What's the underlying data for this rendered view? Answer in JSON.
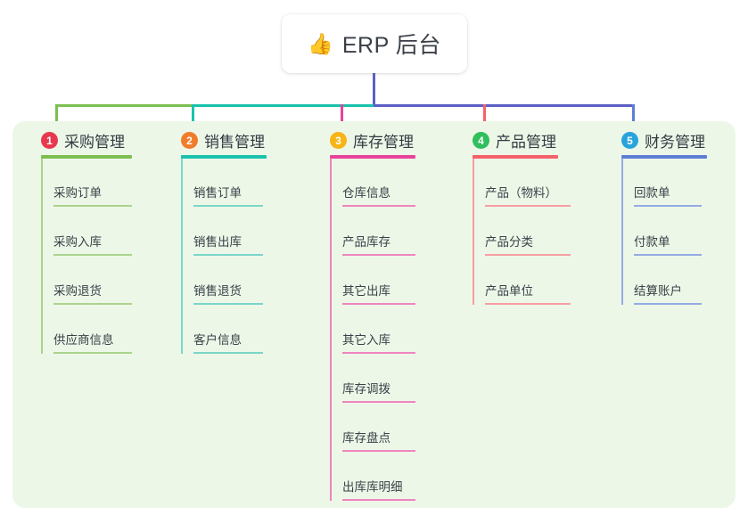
{
  "diagram": {
    "type": "organization-tree",
    "root": {
      "icon": "thumbs-up-emoji",
      "emoji": "👍",
      "label": "ERP 后台"
    },
    "panel_color": "#edf7e8",
    "columns": [
      {
        "number": "1",
        "title": "采购管理",
        "badge_color": "#e8384f",
        "line_color": "#7cbf4f",
        "line_color_light": "#aad48c",
        "items": [
          "采购订单",
          "采购入库",
          "采购退货",
          "供应商信息"
        ]
      },
      {
        "number": "2",
        "title": "销售管理",
        "badge_color": "#f07d2b",
        "line_color": "#19c2ad",
        "line_color_light": "#7ad6c9",
        "items": [
          "销售订单",
          "销售出库",
          "销售退货",
          "客户信息"
        ]
      },
      {
        "number": "3",
        "title": "库存管理",
        "badge_color": "#f7b416",
        "line_color": "#e8439b",
        "line_color_light": "#ef85bd",
        "items": [
          "仓库信息",
          "产品库存",
          "其它出库",
          "其它入库",
          "库存调拨",
          "库存盘点",
          "出库库明细"
        ]
      },
      {
        "number": "4",
        "title": "产品管理",
        "badge_color": "#2fbf5c",
        "line_color": "#f4616a",
        "line_color_light": "#f79ea3",
        "items": [
          "产品（物料）",
          "产品分类",
          "产品单位"
        ]
      },
      {
        "number": "5",
        "title": "财务管理",
        "badge_color": "#29a3dc",
        "line_color": "#5c7fd6",
        "line_color_light": "#94abe3",
        "items": [
          "回款单",
          "付款单",
          "结算账户"
        ]
      }
    ],
    "connector": {
      "trunk_color": "#5c5fc4",
      "bus_segments": [
        {
          "color": "#7cbf4f"
        },
        {
          "color": "#19c2ad"
        },
        {
          "color": "#5c5fc4"
        }
      ]
    }
  }
}
